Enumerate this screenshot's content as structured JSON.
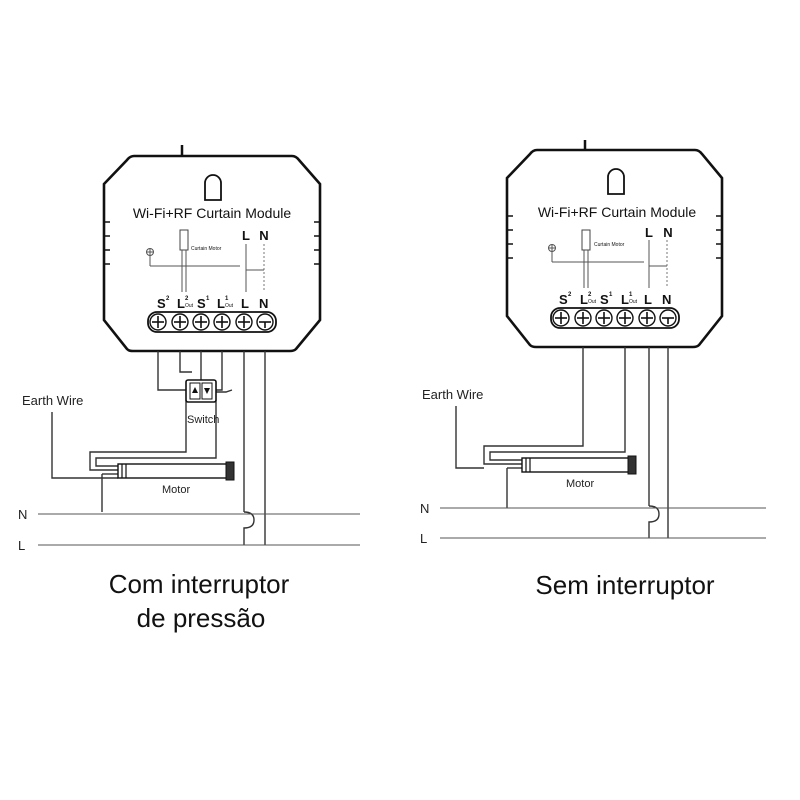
{
  "diagrams": [
    {
      "module_title": "Wi-Fi+RF Curtain Module",
      "inner_motor_label": "Curtain Motor",
      "top_L": "L",
      "top_N": "N",
      "terminals": [
        {
          "main": "S",
          "sup": "2"
        },
        {
          "main": "L",
          "sup": "2"
        },
        {
          "main": "S",
          "sup": "1"
        },
        {
          "main": "L",
          "sup": "1"
        },
        {
          "main": "L",
          "sup": ""
        },
        {
          "main": "N",
          "sup": ""
        }
      ],
      "sub_label_L2": "Out",
      "sub_label_L1": "Out",
      "earth_wire": "Earth Wire",
      "switch_label": "Switch",
      "motor_label": "Motor",
      "line_N": "N",
      "line_L": "L",
      "caption_line1": "Com interruptor",
      "caption_line2": "de pressão"
    },
    {
      "module_title": "Wi-Fi+RF Curtain Module",
      "inner_motor_label": "Curtain Motor",
      "top_L": "L",
      "top_N": "N",
      "terminals": [
        {
          "main": "S",
          "sup": "2"
        },
        {
          "main": "L",
          "sup": "2"
        },
        {
          "main": "S",
          "sup": "1"
        },
        {
          "main": "L",
          "sup": "1"
        },
        {
          "main": "L",
          "sup": ""
        },
        {
          "main": "N",
          "sup": ""
        }
      ],
      "sub_label_L2": "Out",
      "sub_label_L1": "Out",
      "earth_wire": "Earth Wire",
      "motor_label": "Motor",
      "line_N": "N",
      "line_L": "L",
      "caption_line1": "Sem interruptor"
    }
  ]
}
